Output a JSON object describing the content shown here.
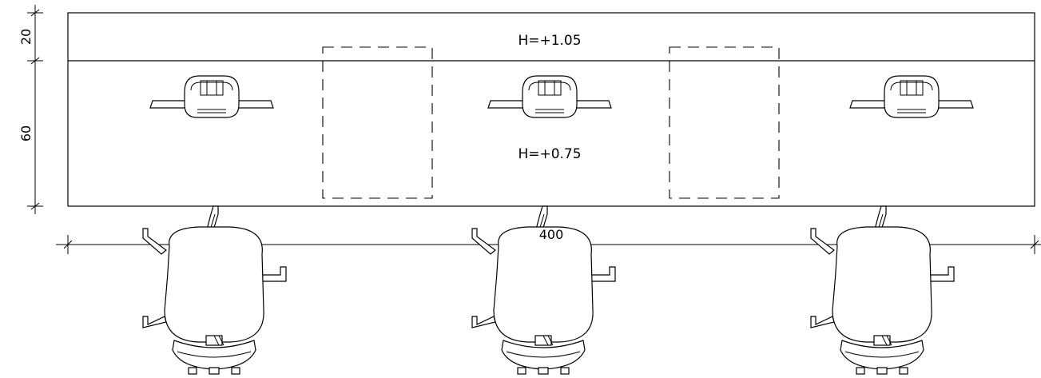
{
  "levels": {
    "upper_height": "H=+1.05",
    "lower_height": "H=+0.75"
  },
  "dimensions": {
    "shelf_depth": "20",
    "desk_depth": "60",
    "total_width": "400"
  },
  "workstations": [
    {
      "monitor": "monitor-1",
      "chair": "chair-1"
    },
    {
      "monitor": "monitor-2",
      "chair": "chair-2"
    },
    {
      "monitor": "monitor-3",
      "chair": "chair-3"
    }
  ]
}
